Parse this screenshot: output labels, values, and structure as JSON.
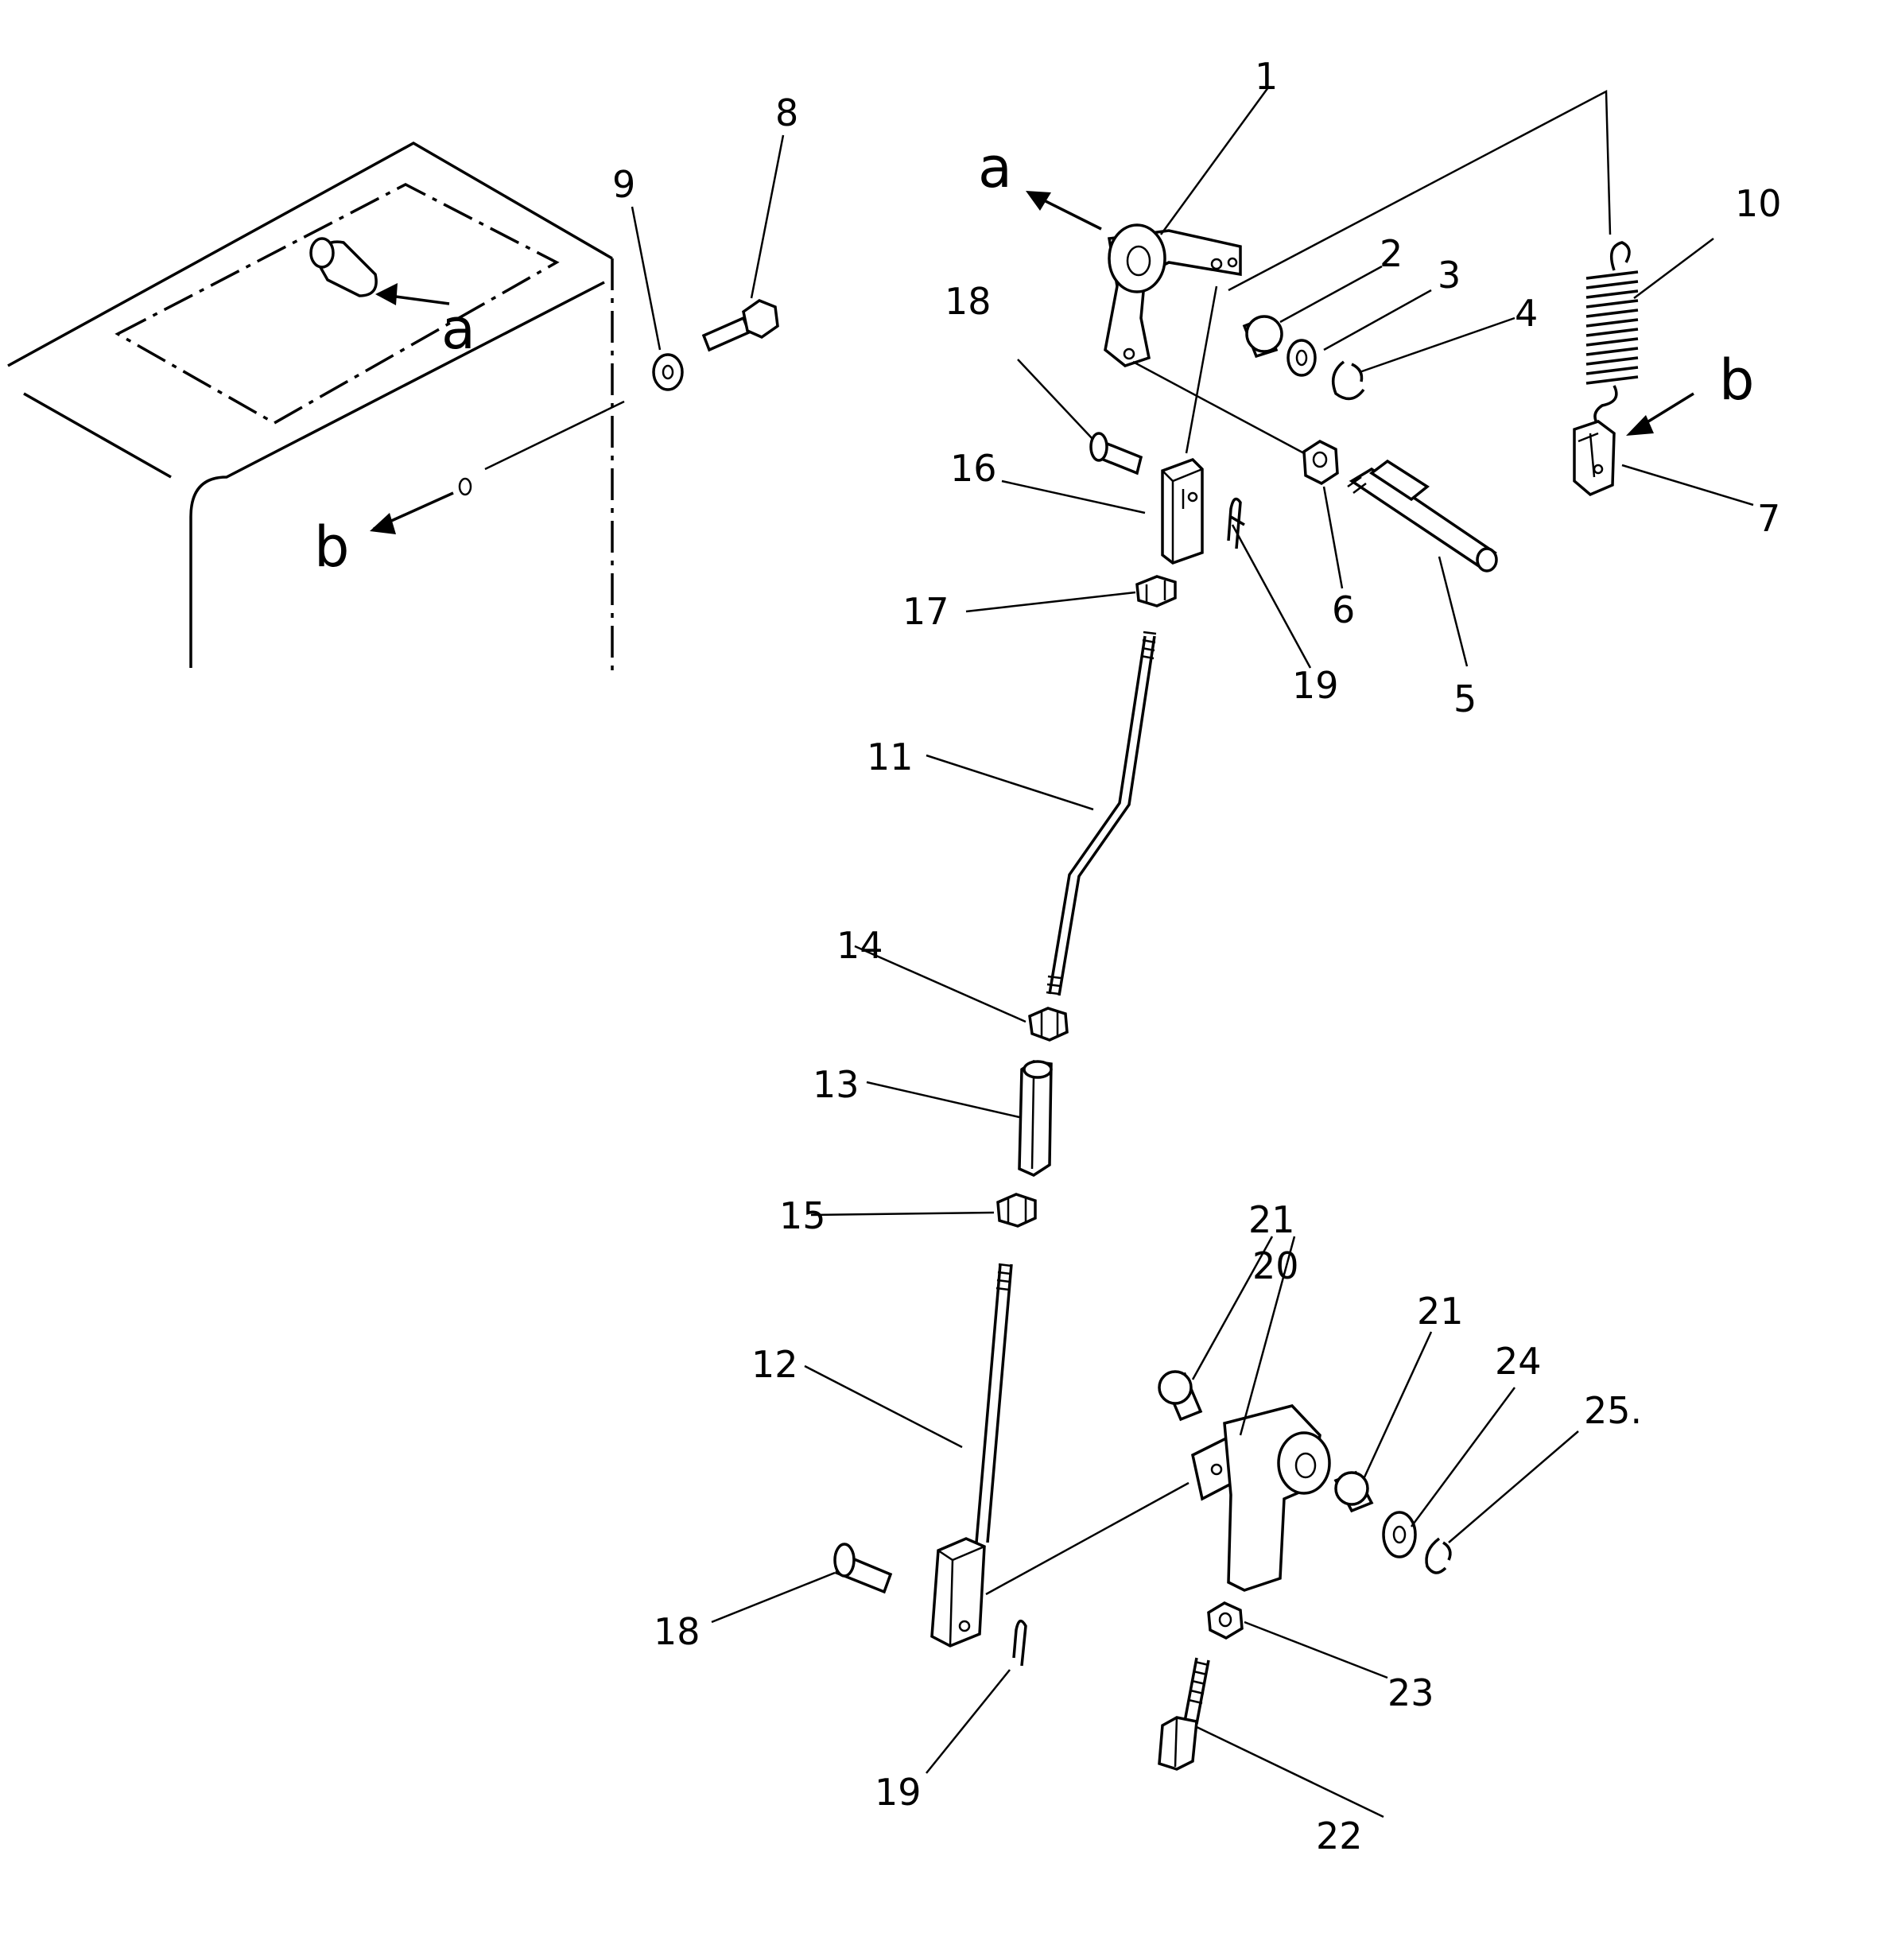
{
  "callouts": {
    "c1": "1",
    "c2": "2",
    "c3": "3",
    "c4": "4",
    "c5": "5",
    "c6": "6",
    "c7": "7",
    "c8": "8",
    "c9": "9",
    "c10": "10",
    "c11": "11",
    "c12": "12",
    "c13": "13",
    "c14": "14",
    "c15": "15",
    "c16": "16",
    "c17": "17",
    "c18a": "18",
    "c18b": "18",
    "c19a": "19",
    "c19b": "19",
    "c20": "20",
    "c21a": "21",
    "c21b": "21",
    "c22": "22",
    "c23": "23",
    "c24": "24",
    "c25": "25."
  },
  "refs": {
    "a_left": "a",
    "a_right": "a",
    "b_left": "b",
    "b_right": "b"
  }
}
